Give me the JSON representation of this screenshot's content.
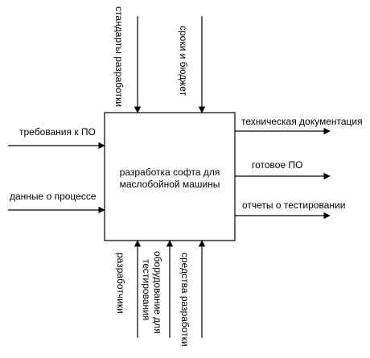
{
  "function_box": {
    "label_line1": "разработка софта для",
    "label_line2": "маслобойной машины"
  },
  "inputs": [
    {
      "label": "требования к ПО"
    },
    {
      "label": "данные о процессе"
    }
  ],
  "controls": [
    {
      "label": "стандарты разработки"
    },
    {
      "label": "сроки и бюджет"
    }
  ],
  "outputs": [
    {
      "label": "техническая документация"
    },
    {
      "label": "готовое ПО"
    },
    {
      "label": "отчеты о тестировании"
    }
  ],
  "mechanisms": [
    {
      "label": "разработчики"
    },
    {
      "label_line1": "оборудование для",
      "label_line2": "тестирования"
    },
    {
      "label": "средства разработки"
    }
  ],
  "colors": {
    "stroke": "#000000",
    "text": "#000000",
    "background": "#ffffff"
  }
}
